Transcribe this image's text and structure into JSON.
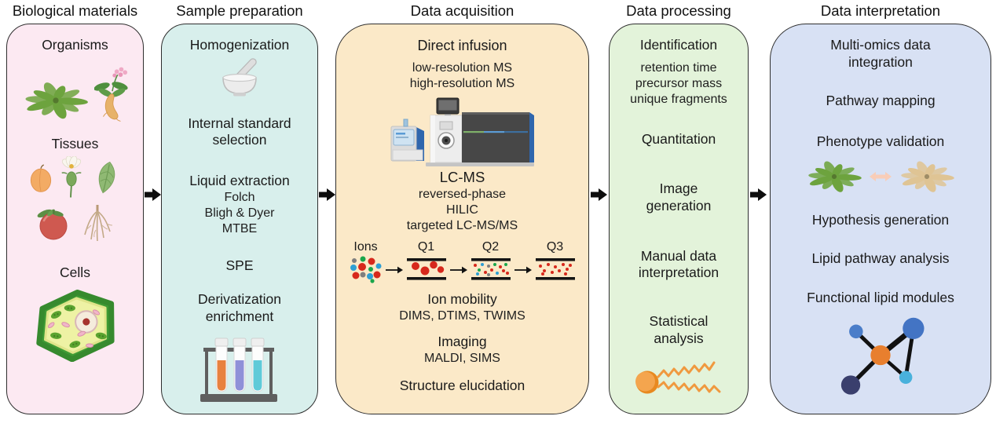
{
  "col_bio": {
    "title": "Biological materials",
    "organisms": "Organisms",
    "tissues": "Tissues",
    "cells": "Cells"
  },
  "col_prep": {
    "title": "Sample preparation",
    "homogenization": "Homogenization",
    "internal_standard": "Internal standard selection",
    "liquid_extraction": "Liquid extraction",
    "folch": "Folch",
    "bligh_dyer": "Bligh & Dyer",
    "mtbe": "MTBE",
    "spe": "SPE",
    "derivatization": "Derivatization enrichment"
  },
  "col_acq": {
    "title": "Data acquisition",
    "direct_infusion": "Direct infusion",
    "low_res": "low-resolution MS",
    "high_res": "high-resolution MS",
    "lcms": "LC-MS",
    "reversed_phase": "reversed-phase",
    "hilic": "HILIC",
    "targeted": "targeted LC-MS/MS",
    "ions_label": "Ions",
    "q1": "Q1",
    "q2": "Q2",
    "q3": "Q3",
    "ion_mobility": "Ion mobility",
    "ims_types": "DIMS, DTIMS, TWIMS",
    "imaging": "Imaging",
    "imaging_types": "MALDI, SIMS",
    "structure": "Structure elucidation"
  },
  "col_proc": {
    "title": "Data processing",
    "identification": "Identification",
    "retention": "retention time",
    "precursor": "precursor mass",
    "fragments": "unique fragments",
    "quantitation": "Quantitation",
    "image_generation": "Image generation",
    "manual": "Manual data interpretation",
    "statistical": "Statistical analysis"
  },
  "col_interp": {
    "title": "Data interpretation",
    "multi_omics": "Multi-omics data integration",
    "pathway_mapping": "Pathway mapping",
    "phenotype": "Phenotype validation",
    "hypothesis": "Hypothesis generation",
    "lipid_pathway": "Lipid pathway analysis",
    "functional_modules": "Functional lipid modules"
  },
  "colors": {
    "panel_bio": "#fce9f2",
    "panel_prep": "#d8efec",
    "panel_acq": "#fbe9c8",
    "panel_proc": "#e3f3da",
    "panel_interp": "#d8e1f4",
    "panel_border": "#2e2e2e",
    "arrow": "#0d0d0d",
    "ion_red": "#d7281c",
    "ion_blue": "#2e9fd4",
    "ion_green": "#1aa64b",
    "ion_gray": "#7f7f7f",
    "lipid": "#f0993f",
    "tube_orange": "#e8813f",
    "tube_purple": "#8f90d8",
    "tube_cyan": "#5fcad8",
    "node_center": "#e87f2e",
    "node_top_right": "#4374c4",
    "node_top_left": "#4a7dc9",
    "node_bottom_left": "#3a3f6d",
    "node_bottom_right": "#49b1dc",
    "plant_green": "#6da33e",
    "plant_tan": "#dfc494"
  },
  "icons": {
    "flow_arrow": "right-arrow",
    "mortar": "mortar-and-pestle",
    "tubes": "test-tube-rack",
    "mass_spec": "lc-ms-instrument",
    "lipid": "lipid-molecule",
    "network": "lipid-module-network",
    "phenotype_arrow": "left-right-arrow"
  }
}
